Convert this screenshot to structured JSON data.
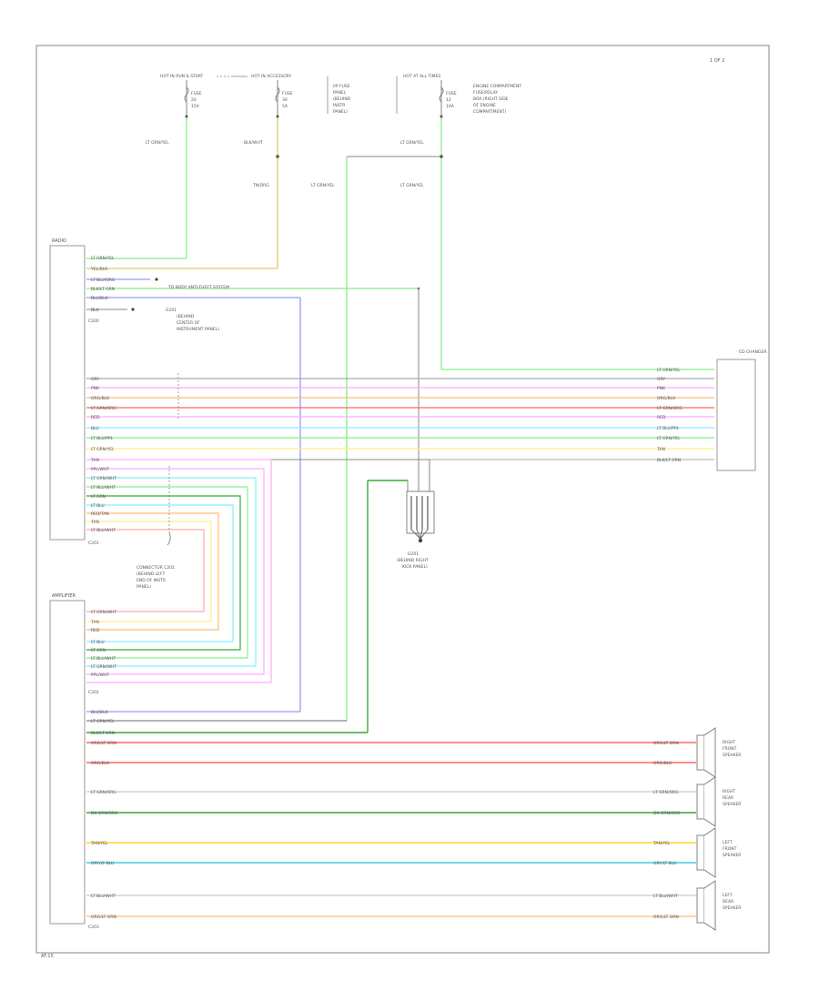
{
  "diagram": {
    "ref_number": "1 OF 2",
    "footer_code": "AT-15",
    "colors": {
      "lt_green": "#88ee88",
      "tan": "#ddcc66",
      "light_blue": "#9999ff",
      "gray": "#aaaaaa",
      "pink": "#ffaaff",
      "red": "#ff6666",
      "cyan": "#88eeff",
      "yellow": "#ffee88",
      "orange": "#ffbb77",
      "dark_green": "#33aa33",
      "violet": "#dd88ff"
    },
    "top_sources": [
      {
        "label": "HOT IN RUN & START",
        "fuse_lines": [
          "FUSE",
          "20",
          "15A"
        ],
        "wire": "LT GRN/YEL"
      },
      {
        "label": "HOT IN ACCESSORY",
        "fuse_lines": [
          "FUSE",
          "30",
          "5A"
        ],
        "wire": "BLK/WHT"
      },
      {
        "label": "HOT AT ALL TIMES",
        "fuse_lines": [
          "FUSE",
          "12",
          "10A"
        ],
        "wire": "LT GRN/YEL"
      }
    ],
    "ref_notes": [
      [
        "I/P FUSE",
        "PANEL",
        "(BEHIND",
        "INSTR",
        "PANEL)"
      ],
      [
        "ENGINE COMPARTMENT",
        "FUSE/RELAY",
        "BOX (RIGHT SIDE",
        "OF ENGINE",
        "COMPARTMENT)"
      ]
    ],
    "mid_wires": [
      "TN/ORG",
      "LT GRN/YEL",
      "LT GRN/YEL"
    ],
    "radio": {
      "label": "RADIO",
      "connector_top": "C200",
      "connector_bottom": "C201",
      "top_pins": [
        "LT GRN/YEL",
        "YEL/BLK",
        "LT BLU/ORG",
        "BLK/LT GRN",
        "BLU/BLK",
        "BLK"
      ],
      "lower_pins": [
        "GRY",
        "PNK",
        "ORG/BLK",
        "LT GRN/ORG",
        "RED",
        "BLU",
        "LT BLU/PPL",
        "LT GRN/YEL",
        "TAN",
        "PPL/WHT",
        "LT GRN/WHT",
        "LT BLU/WHT",
        "LT GRN",
        "LT BLU",
        "RED/TAN",
        "TAN",
        "LT BLU/WHT"
      ]
    },
    "annotations": {
      "anti_theft": "TO BODY ANTI-THEFT SYSTEM",
      "ground_lines": [
        "G201",
        "(BEHIND",
        "CENTER OF",
        "INSTRUMENT PANEL)"
      ],
      "g201": "G201"
    },
    "cd_changer": {
      "label": "CD CHANGER",
      "pins": [
        "LT GRN/YEL",
        "GRY",
        "PNK",
        "ORG/BLK",
        "LT GRN/ORG",
        "RED",
        "LT BLU/PPL",
        "LT GRN/YEL",
        "TAN",
        "BLK/LT GRN"
      ]
    },
    "connector_note": [
      "CONNECTOR C201",
      "(BEHIND LEFT",
      "END OF INSTR",
      "PANEL)"
    ],
    "ground": {
      "label_lines": [
        "G201",
        "(BEHIND RIGHT",
        "KICK PANEL)"
      ]
    },
    "amp": {
      "label": "AMPLIFIER",
      "connector": "C202",
      "connector_bottom": "C203",
      "upper_pins": [
        "LT GRN/WHT",
        "TAN",
        "RED",
        "LT BLU",
        "LT GRN",
        "LT BLU/WHT",
        "LT GRN/WHT",
        "PPL/WHT"
      ],
      "mid_pins": [
        "BLU/BLK",
        "LT GRN/YEL",
        "BLK/LT GRN"
      ]
    },
    "speakers": [
      {
        "label_lines": [
          "RIGHT",
          "FRONT",
          "SPEAKER"
        ],
        "wires": [
          "ORG/LT GRN",
          "ORG/BLK"
        ]
      },
      {
        "label_lines": [
          "RIGHT",
          "REAR",
          "SPEAKER"
        ],
        "wires": [
          "LT GRN/ORG",
          "DK GRN/ORG"
        ]
      },
      {
        "label_lines": [
          "LEFT",
          "FRONT",
          "SPEAKER"
        ],
        "wires": [
          "TAN/YEL",
          "GRY/LT BLU"
        ]
      },
      {
        "label_lines": [
          "LEFT",
          "REAR",
          "SPEAKER"
        ],
        "wires": [
          "LT BLU/WHT",
          "ORG/LT GRN"
        ]
      }
    ]
  }
}
